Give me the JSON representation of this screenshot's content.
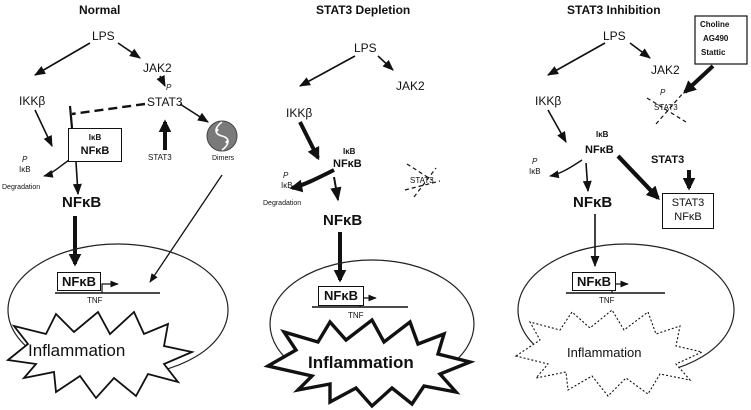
{
  "panels": {
    "normal": {
      "title": "Normal",
      "lps": "LPS",
      "jak2": "JAK2",
      "ikkb": "IKKβ",
      "stat3": "STAT3",
      "p": "P",
      "ikb": "IκB",
      "nfkb_complex": "NFκB",
      "p_ikb": "IκB",
      "degradation": "Degradation",
      "stat3_lower": "STAT3",
      "dimers": "Dimers",
      "nfkb": "NFκB",
      "nfkb_nucleus": "NFκB",
      "tnf": "TNF",
      "inflammation": "Inflammation"
    },
    "depletion": {
      "title": "STAT3 Depletion",
      "lps": "LPS",
      "jak2": "JAK2",
      "ikkb": "IKKβ",
      "ikb": "IκB",
      "nfkb_complex": "NFκB",
      "p": "P",
      "p_ikb": "IκB",
      "degradation": "Degradation",
      "stat3_crossed": "STAT3",
      "nfkb": "NFκB",
      "nfkb_nucleus": "NFκB",
      "tnf": "TNF",
      "inflammation": "Inflammation"
    },
    "inhibition": {
      "title": "STAT3 Inhibition",
      "lps": "LPS",
      "jak2": "JAK2",
      "inhibitors": [
        "Choline",
        "AG490",
        "Stattic"
      ],
      "ikkb": "IKKβ",
      "p": "P",
      "stat3_crossed": "STAT3",
      "ikb": "IκB",
      "nfkb_complex": "NFκB",
      "p_ikb": "IκB",
      "stat3": "STAT3",
      "complex_stat3": "STAT3",
      "complex_nfkb": "NFκB",
      "nfkb": "NFκB",
      "nfkb_nucleus": "NFκB",
      "tnf": "TNF",
      "inflammation": "Inflammation"
    }
  },
  "colors": {
    "ink": "#111111",
    "dimer": "#6e6e6e"
  }
}
